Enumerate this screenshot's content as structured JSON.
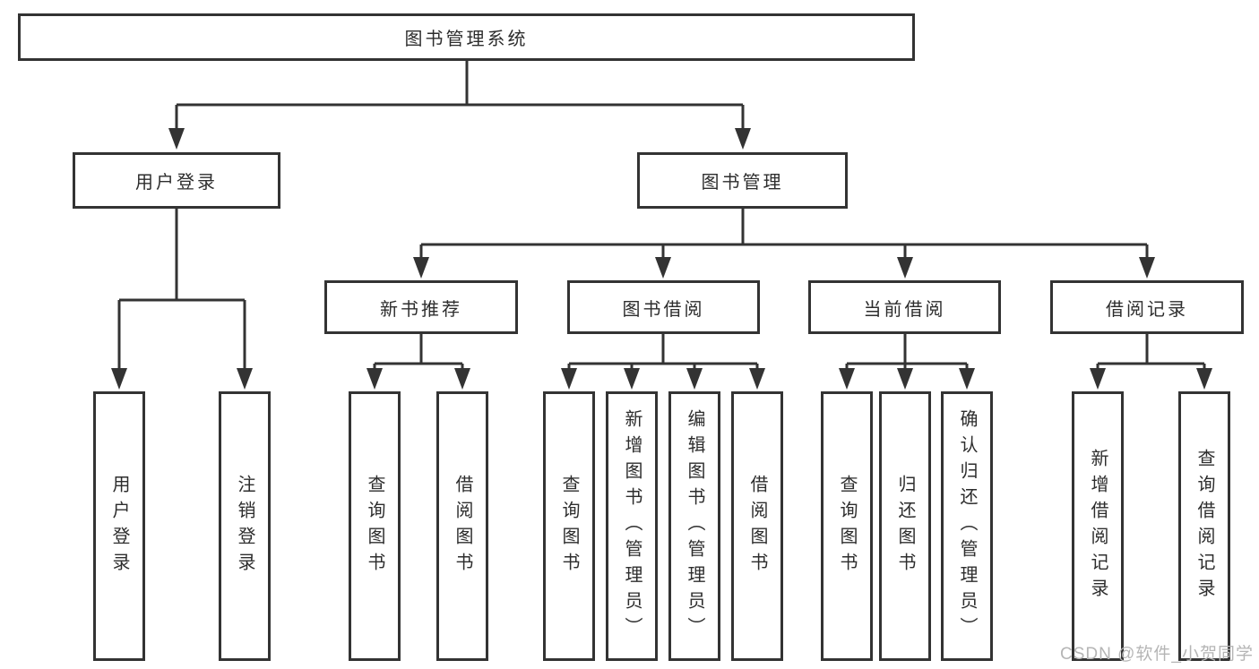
{
  "tree": {
    "root": "图书管理系统",
    "level2": [
      "用户登录",
      "图书管理"
    ],
    "level3": [
      "新书推荐",
      "图书借阅",
      "当前借阅",
      "借阅记录"
    ],
    "leaves": {
      "login": [
        "用户登录",
        "注销登录"
      ],
      "new_books": [
        "查询图书",
        "借阅图书"
      ],
      "borrow": [
        "查询图书",
        "新增图书（管理员）",
        "编辑图书（管理员）",
        "借阅图书"
      ],
      "current": [
        "查询图书",
        "归还图书",
        "确认归还（管理员）"
      ],
      "records": [
        "新增借阅记录",
        "查询借阅记录"
      ]
    }
  },
  "watermark": "CSDN @软件_小贺同学",
  "colors": {
    "line": "#333333",
    "text": "#2d2d2d",
    "watermark": "#b5b5b5"
  }
}
